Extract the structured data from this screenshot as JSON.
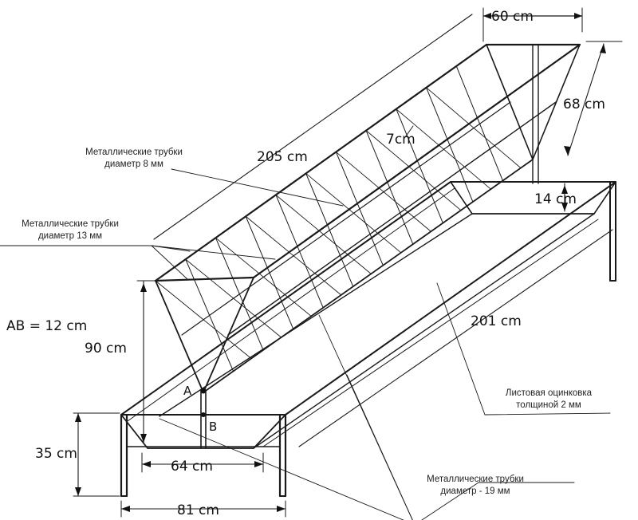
{
  "dimensions": {
    "top_width": "60 cm",
    "hopper_length": "205 cm",
    "hopper_depth": "68 cm",
    "mesh_spacing": "7cm",
    "trough_depth": "14 cm",
    "trough_length": "201 cm",
    "hopper_height": "90 cm",
    "frame_height": "35 cm",
    "inner_width": "64 cm",
    "outer_width": "81 cm"
  },
  "formula": "AB = 12 cm",
  "points": {
    "a": "A",
    "b": "B"
  },
  "notes": {
    "tubes_8mm": [
      "Металлические трубки",
      "диаметр 8 мм"
    ],
    "tubes_13mm": [
      "Металлические трубки",
      "диаметр 13 мм"
    ],
    "sheet_zinc": [
      "Листовая оцинковка",
      "толщиной 2 мм"
    ],
    "tubes_19mm": [
      "Металлические трубки",
      "диаметр - 19 мм"
    ]
  }
}
